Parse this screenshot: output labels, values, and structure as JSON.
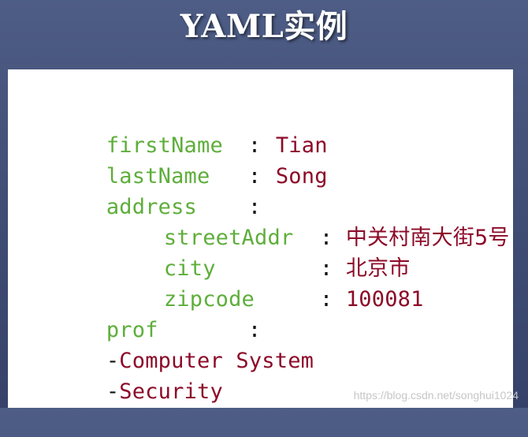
{
  "title": "YAML实例",
  "lines": [
    {
      "key": "firstName",
      "sep": ":",
      "value": "Tian"
    },
    {
      "key": "lastName",
      "sep": ":",
      "value": "Song"
    },
    {
      "key": "address",
      "sep": ":",
      "value": ""
    },
    {
      "key": "streetAddr",
      "sep": ":",
      "value": "中关村南大街5号"
    },
    {
      "key": "city",
      "sep": ":",
      "value": "北京市"
    },
    {
      "key": "zipcode",
      "sep": ":",
      "value": "100081"
    },
    {
      "key": "prof",
      "sep": ":",
      "value": ""
    }
  ],
  "list_items": [
    {
      "dash": "-",
      "value": "Computer System"
    },
    {
      "dash": "-",
      "value": "Security"
    }
  ],
  "watermark": "https://blog.csdn.net/songhui1024",
  "colors": {
    "key": "#5eae3b",
    "value": "#8c0a28",
    "separator": "#111111",
    "background": "#3f4c73",
    "panel": "#ffffff"
  }
}
